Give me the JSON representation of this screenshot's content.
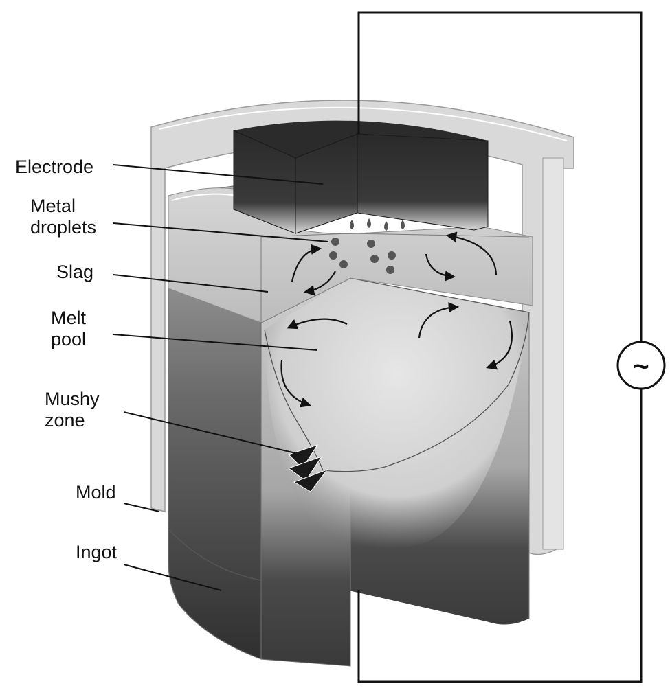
{
  "labels": {
    "electrode": "Electrode",
    "metal_droplets_1": "Metal",
    "metal_droplets_2": "droplets",
    "slag": "Slag",
    "melt_pool_1": "Melt",
    "melt_pool_2": "pool",
    "mushy_zone_1": "Mushy",
    "mushy_zone_2": "zone",
    "mold": "Mold",
    "ingot": "Ingot"
  },
  "power_source": {
    "symbol": "~",
    "icon": "ac-source-icon"
  },
  "colors": {
    "ink": "#111111",
    "electrode": "#2e2e2e",
    "mold": "#cfcfcf",
    "slag": "#c8c8c8",
    "melt_pool": "#bdbdbd",
    "ingot_dark": "#333333",
    "droplet": "#555555"
  }
}
